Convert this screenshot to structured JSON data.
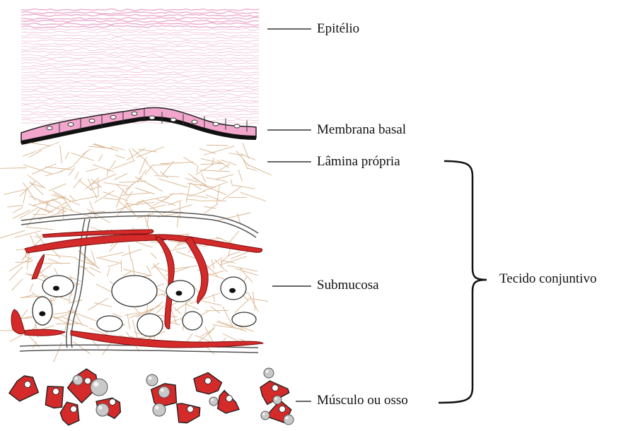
{
  "labels": {
    "epitelio": "Epitélio",
    "membrana_basal": "Membrana basal",
    "lamina_propria": "Lâmina própria",
    "submucosa": "Submucosa",
    "musculo_osso": "Músculo ou osso",
    "tecido_conjuntivo": "Tecido conjuntivo"
  },
  "colors": {
    "epithelium_pink": "#e9a3c9",
    "basal_pink": "#f2a6cc",
    "fiber_tan": "#d9b38c",
    "vessel_red": "#d42a2a",
    "leader_line": "#333333"
  }
}
